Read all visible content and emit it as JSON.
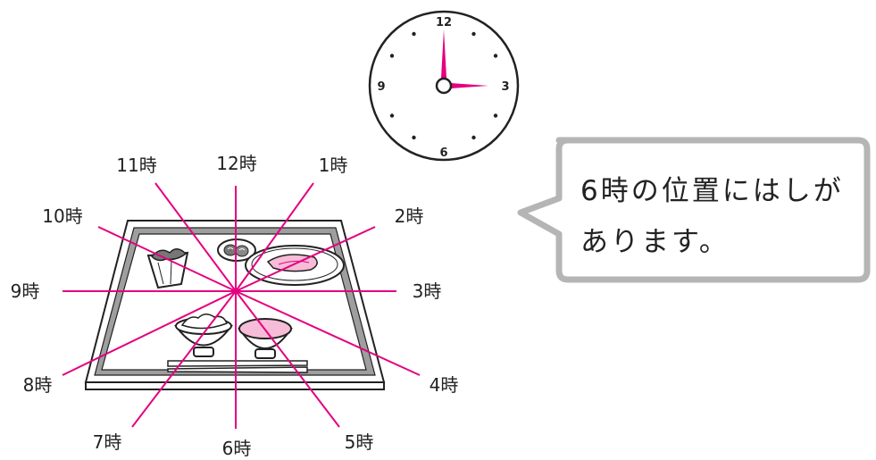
{
  "clock": {
    "numbers": [
      "12",
      "3",
      "6",
      "9"
    ]
  },
  "direction_labels": [
    "12時",
    "1時",
    "2時",
    "3時",
    "4時",
    "5時",
    "6時",
    "7時",
    "8時",
    "9時",
    "10時",
    "11時"
  ],
  "bubble": {
    "line1": "6時の位置にはしが",
    "line2": "あります。"
  },
  "colors": {
    "accent": "#e4007f",
    "tray_border": "#9e9e9e",
    "bubble_border": "#b5b5b5",
    "ink": "#222222",
    "soup": "#f6bcd8"
  }
}
